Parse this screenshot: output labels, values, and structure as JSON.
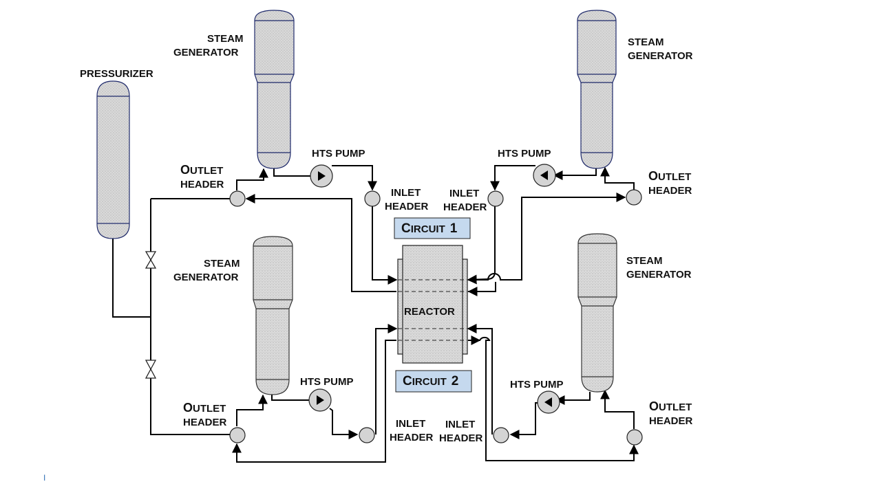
{
  "labels": {
    "pressurizer": "PRESSURIZER",
    "steam_generator_line1": "STEAM",
    "steam_generator_line2": "GENERATOR",
    "hts_pump": "HTS PUMP",
    "inlet": "INLET",
    "header": "HEADER",
    "outlet_first": "O",
    "outlet_rest": "UTLET",
    "reactor": "REACTOR"
  },
  "circuits": {
    "circuit1": {
      "first": "C",
      "rest": "IRCUIT",
      "number": "1"
    },
    "circuit2": {
      "first": "C",
      "rest": "IRCUIT",
      "number": "2"
    }
  },
  "footer_mark": "I"
}
